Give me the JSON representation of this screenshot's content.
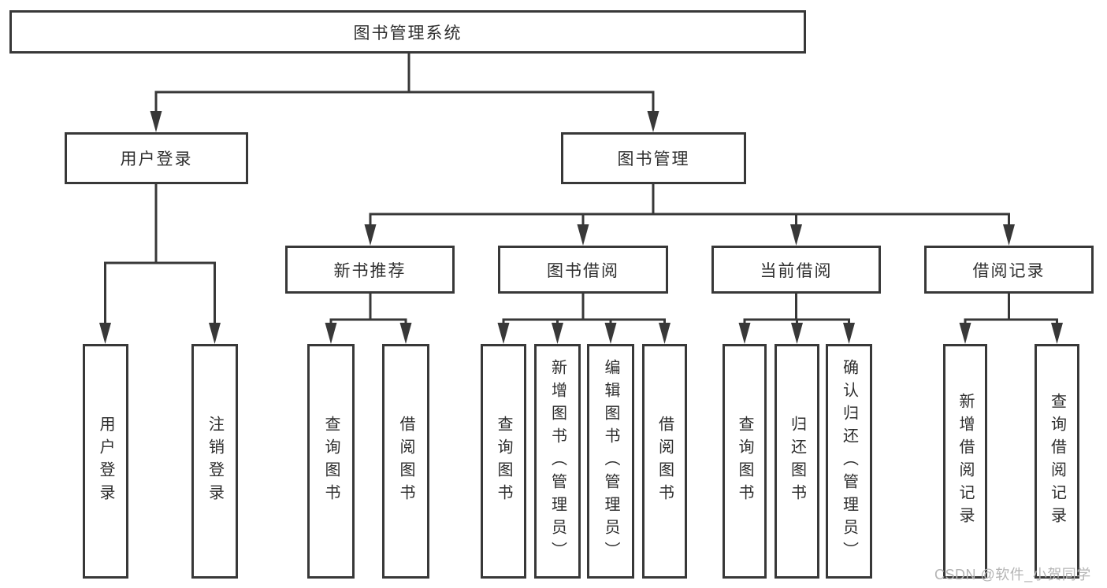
{
  "diagram": {
    "root": "图书管理系统",
    "user_login": {
      "label": "用户登录",
      "children": [
        "用户登录",
        "注销登录"
      ]
    },
    "book_mgmt": {
      "label": "图书管理",
      "sections": [
        {
          "label": "新书推荐",
          "children": [
            "查询图书",
            "借阅图书"
          ]
        },
        {
          "label": "图书借阅",
          "children": [
            "查询图书",
            "新增图书（管理员）",
            "编辑图书（管理员）",
            "借阅图书"
          ]
        },
        {
          "label": "当前借阅",
          "children": [
            "查询图书",
            "归还图书",
            "确认归还（管理员）"
          ]
        },
        {
          "label": "借阅记录",
          "children": [
            "新增借阅记录",
            "查询借阅记录"
          ]
        }
      ]
    }
  },
  "watermark": {
    "text": "CSDN @软件_小贺同学",
    "color": "#b5b5b5"
  },
  "colors": {
    "line": "#383838",
    "text": "#2e2e2e",
    "background": "#ffffff"
  }
}
